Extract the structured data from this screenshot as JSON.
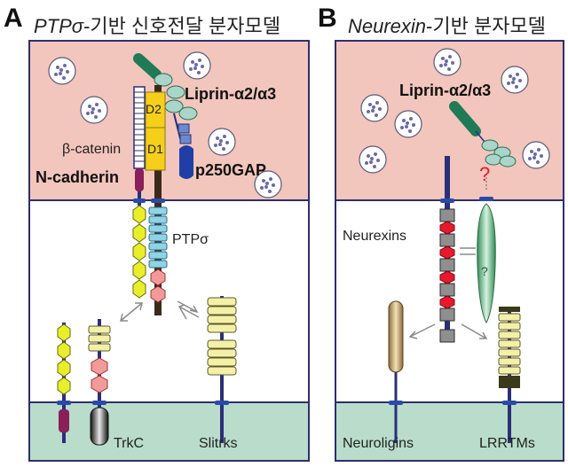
{
  "panel_a": {
    "letter": "A",
    "title_italic": "PTPσ",
    "title_rest": "-기반 신호전달 분자모델",
    "labels": {
      "liprin": "Liprin-α2/α3",
      "d2": "D2",
      "d1": "D1",
      "beta_catenin": "β-catenin",
      "n_cadherin": "N-cadherin",
      "p250gap": "p250GAP",
      "ptp": "PTPσ",
      "trkc": "TrkC",
      "slitrks": "Slitrks"
    }
  },
  "panel_b": {
    "letter": "B",
    "title_italic": "Neurexin",
    "title_rest": "-기반 분자모델",
    "labels": {
      "liprin": "Liprin-α2/α3",
      "question_top": "?",
      "question_mid": "?",
      "neurexins": "Neurexins",
      "neuroligins": "Neuroligins",
      "lrrtms": "LRRTMs"
    }
  },
  "colors": {
    "presynaptic": "#f2c6bc",
    "cleft": "#ffffff",
    "postsynaptic": "#b9dccb",
    "border": "#2d2f6e",
    "stalk": "#2b2f78",
    "liprin_green": "#1f7a55",
    "liprin_bead": "#a9d6c8",
    "domain_yellow": "#f5cf1a",
    "ig_cyan": "#8fd3e6",
    "fn3_pink": "#f29a9a",
    "lrr_cream": "#f5f0a8",
    "hex_yellow": "#e8ef2a",
    "neurexin_red": "#e8192c",
    "neurexin_gray": "#8f8f8f",
    "cadherin_purple": "#8a1f5a",
    "p250_blue": "#1f3fa6"
  }
}
